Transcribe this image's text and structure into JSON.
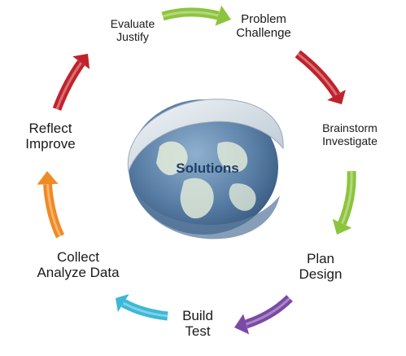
{
  "center": {
    "label": "Solutions"
  },
  "steps": [
    {
      "id": "problem",
      "lines": [
        "Problem",
        "Challenge"
      ]
    },
    {
      "id": "brainstorm",
      "lines": [
        "Brainstorm",
        "Investigate"
      ]
    },
    {
      "id": "plan",
      "lines": [
        "Plan",
        "Design"
      ]
    },
    {
      "id": "build",
      "lines": [
        "Build",
        "Test"
      ]
    },
    {
      "id": "collect",
      "lines": [
        "Collect",
        "Analyze Data"
      ]
    },
    {
      "id": "reflect",
      "lines": [
        "Reflect",
        "Improve"
      ]
    },
    {
      "id": "evaluate",
      "lines": [
        "Evaluate",
        "Justify"
      ]
    }
  ],
  "arrows": [
    {
      "id": "evaluate-to-problem",
      "color": "#8dc43d"
    },
    {
      "id": "problem-to-brainstorm",
      "color": "#c0222b"
    },
    {
      "id": "brainstorm-to-plan",
      "color": "#8dc43d"
    },
    {
      "id": "plan-to-build",
      "color": "#7b4aa6"
    },
    {
      "id": "build-to-collect",
      "color": "#3db8d8"
    },
    {
      "id": "collect-to-reflect",
      "color": "#f08a24"
    },
    {
      "id": "reflect-to-evaluate",
      "color": "#c0222b"
    }
  ],
  "globe": {
    "ocean": "#5a7fa6",
    "land": "#dfe9d8",
    "ring": "#c9d3dc"
  }
}
